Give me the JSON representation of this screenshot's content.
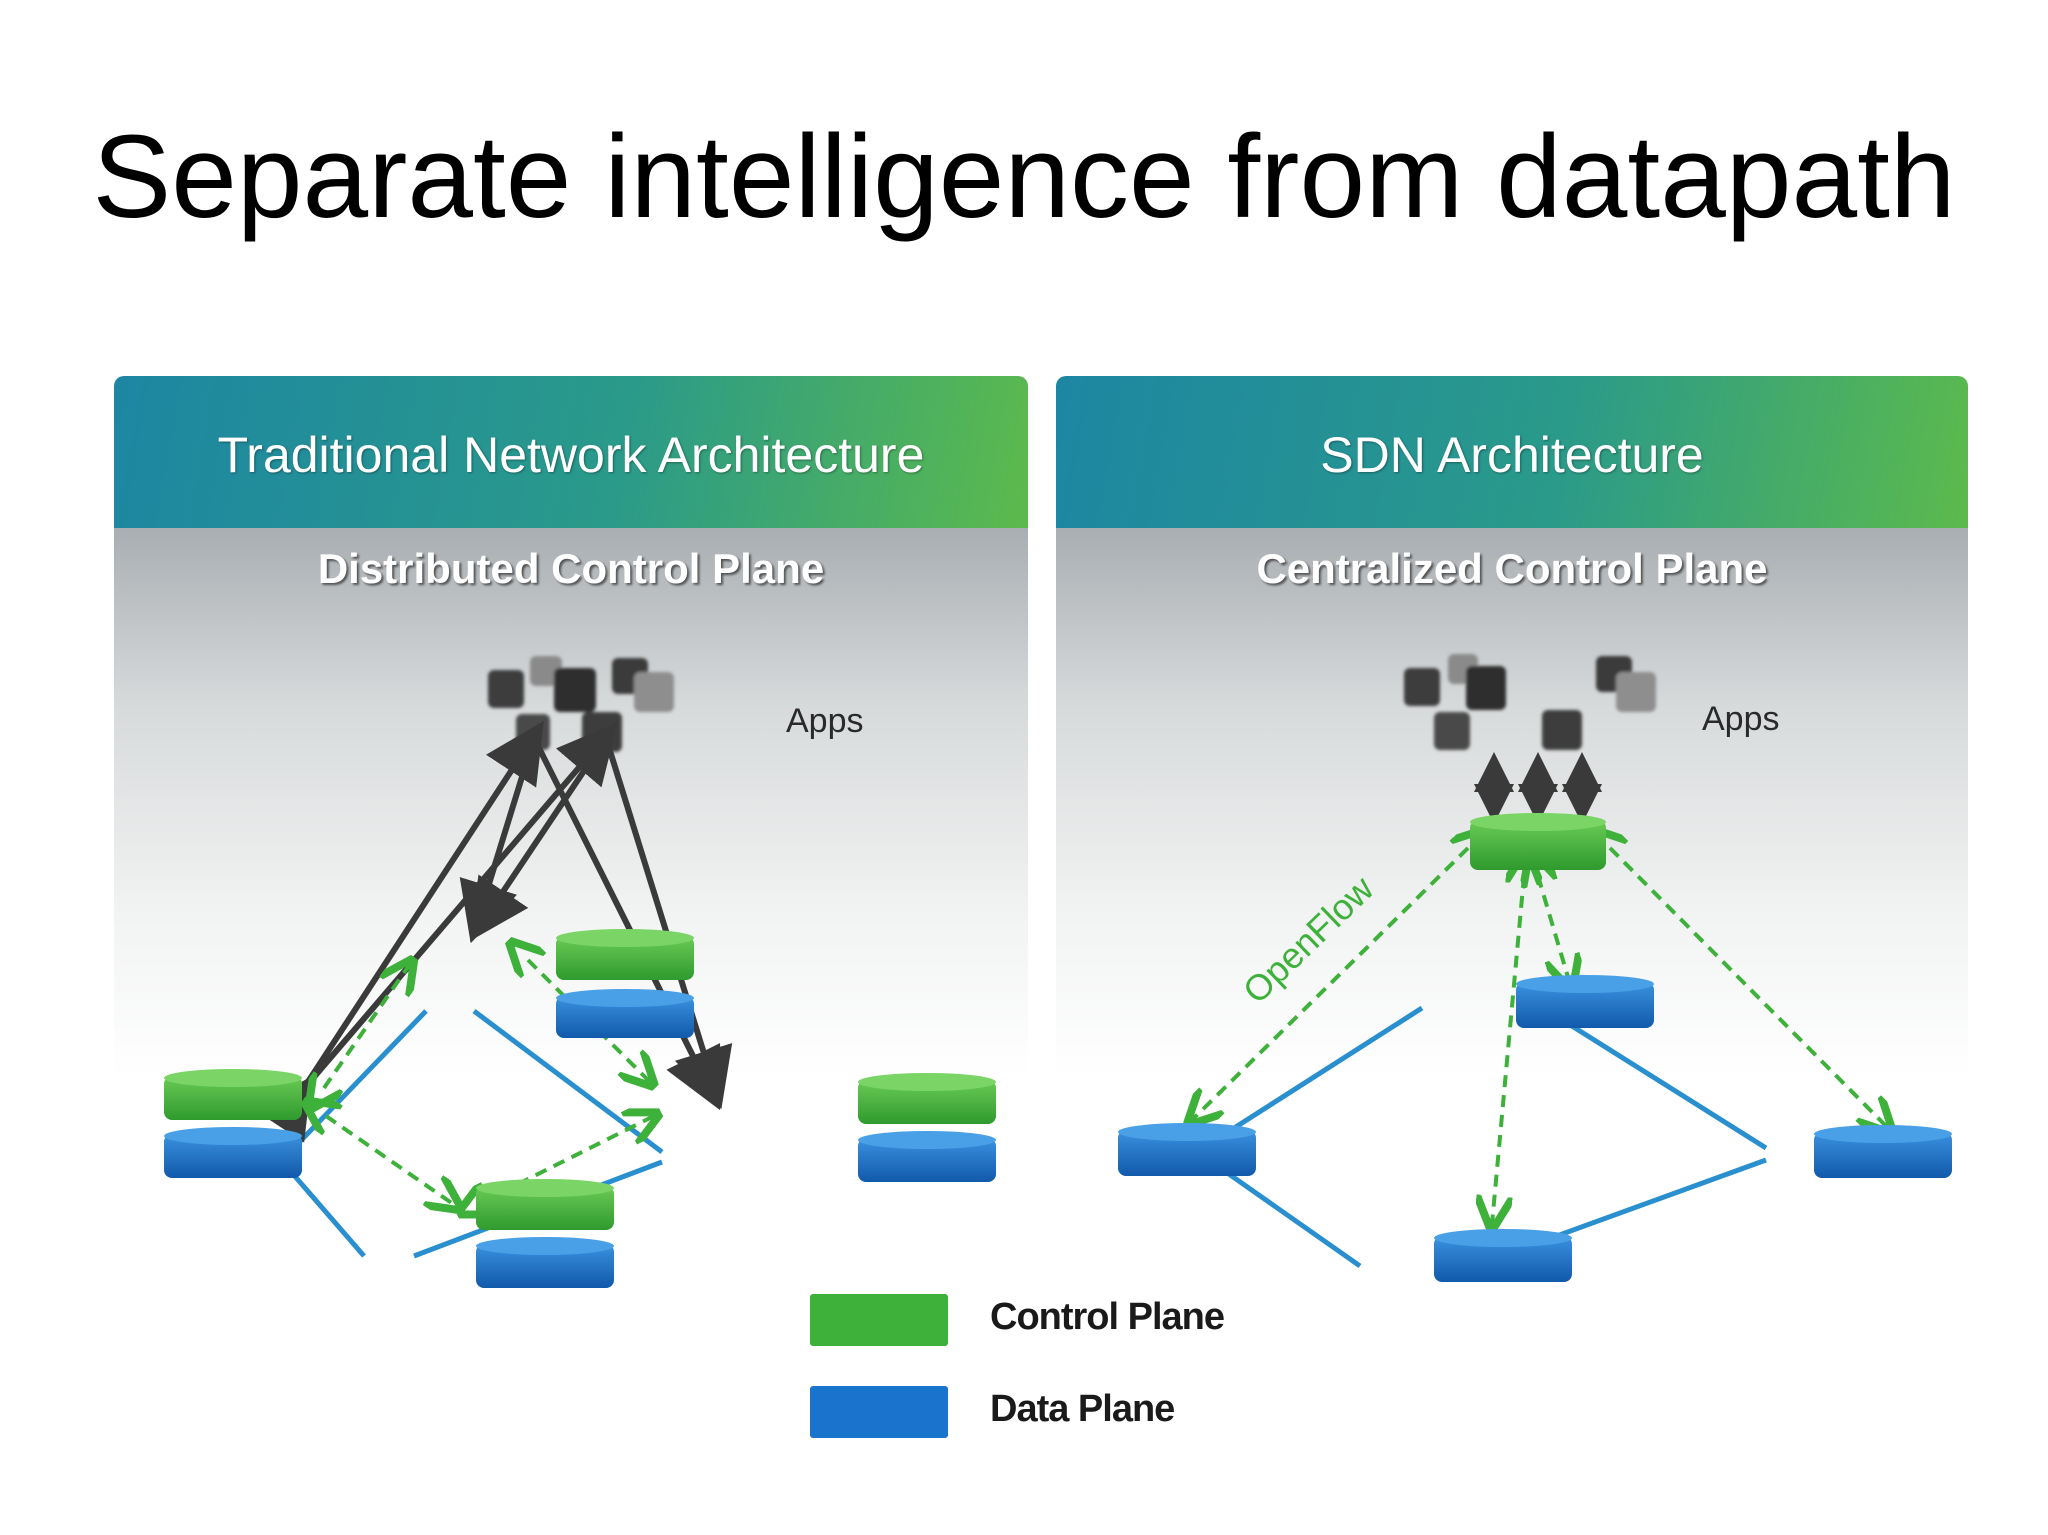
{
  "slide": {
    "title": "Separate intelligence from datapath"
  },
  "colors": {
    "control_plane": "#3db13a",
    "data_plane": "#1a73cc",
    "link": "#2a8fce",
    "arrow": "#3a3a3a",
    "openflow": "#3db13a"
  },
  "traditional": {
    "title": "Traditional Network Architecture",
    "subtitle": "Distributed Control Plane",
    "apps_label": "Apps"
  },
  "sdn": {
    "title": "SDN Architecture",
    "subtitle": "Centralized Control Plane",
    "apps_label": "Apps",
    "protocol_label": "OpenFlow"
  },
  "legend": {
    "items": [
      {
        "label": "Control Plane",
        "color": "#3db13a"
      },
      {
        "label": "Data Plane",
        "color": "#1a73cc"
      }
    ]
  }
}
